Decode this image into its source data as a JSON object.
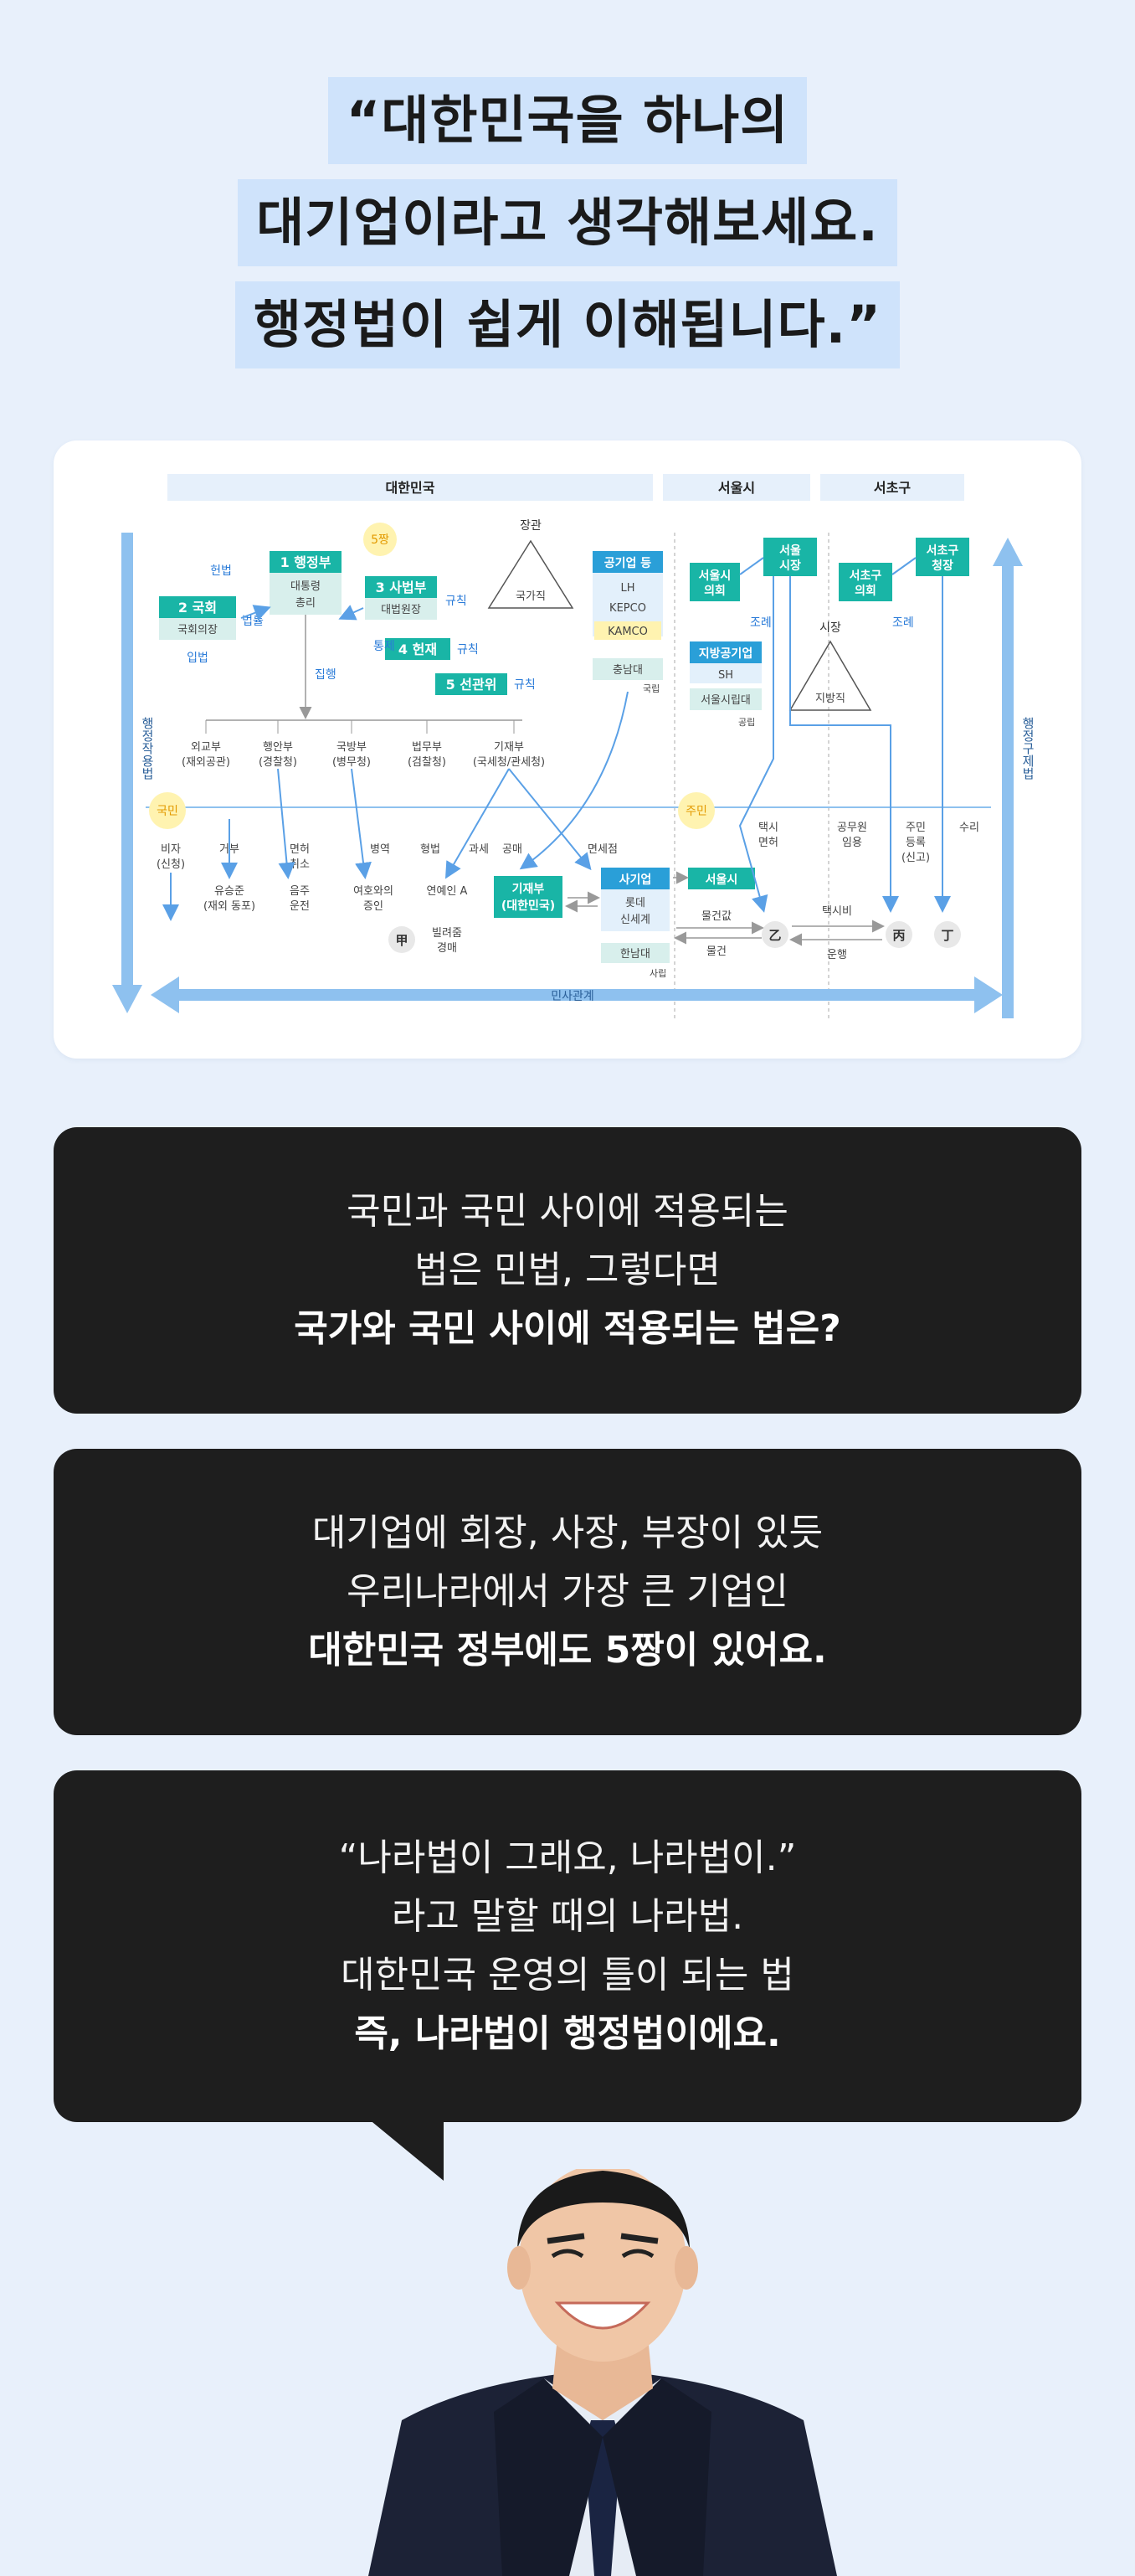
{
  "headline": {
    "lines": [
      "“대한민국을 하나의",
      "대기업이라고 생각해보세요.",
      "행정법이 쉽게 이해됩니다.”"
    ]
  },
  "diagram": {
    "headers": [
      "대한민국",
      "서울시",
      "서초구"
    ],
    "five_jjang": "5짱",
    "gov_labels": {
      "g1": "1 행정부",
      "g1_sub": "대통령\n총리",
      "g2": "2 국회",
      "g2_sub": "국회의장",
      "g3": "3 사법부",
      "g3_sub": "대법원장",
      "g4": "4 헌재",
      "g5": "5 선관위"
    },
    "blue_labels": {
      "constitution": "헌법",
      "law": "법률",
      "legislation": "입법",
      "control": "통제",
      "execution": "집행",
      "rule1": "규칙",
      "rule2": "규칙",
      "rule3": "규칙",
      "ordinance1": "조례",
      "ordinance2": "조례"
    },
    "triangle_top": "장관",
    "triangle_label": "국가직",
    "public_corp": {
      "title": "공기업 등",
      "items": [
        "LH",
        "KEPCO",
        "KAMCO"
      ],
      "bottom": "충남대",
      "bottom_sub": "국립"
    },
    "seoul": {
      "council": "서울시\n의회",
      "mayor": "서울\n시장",
      "local_corp_title": "지방공기업",
      "local_corp_items": [
        "SH",
        "서울시립대"
      ],
      "local_corp_sub": "공립",
      "mayor_top": "시장",
      "local_label": "지방직"
    },
    "seocho": {
      "council": "서초구\n의회",
      "head": "서초구\n청장"
    },
    "ministries": [
      "외교부\n(재외공관)",
      "행안부\n(경찰청)",
      "국방부\n(병무청)",
      "법무부\n(검찰청)",
      "기재부\n(국세청/관세청)"
    ],
    "side_left": "행정작용법",
    "side_right": "행정구제법",
    "citizen": "국민",
    "resident": "주민",
    "actions": {
      "visa": "비자\n(신청)",
      "refuse": "거부",
      "license": "면허\n취소",
      "service": "병역",
      "criminal": "형법",
      "tax": "과세",
      "auction": "공매",
      "dutyfree": "면세점",
      "taxi_license": "택시\n면허",
      "official": "공무원\n임용",
      "registry": "주민\n등록\n(신고)",
      "accept": "수리"
    },
    "persons": {
      "yoo": "유승준\n(재외 동포)",
      "drunk": "음주\n운전",
      "actress": "여호와의\n증인",
      "celeb": "연예인 A",
      "lender": "빌려줌\n경매",
      "gap": "甲"
    },
    "companies": {
      "kijae": "기재부\n(대한민국)",
      "private": "사기업",
      "lotte": "롯데\n신세계",
      "hannam": "한남대",
      "hannam_sub": "사립",
      "seoul_city": "서울시",
      "eul": "乙",
      "byung": "丙",
      "jung": "丁",
      "price": "물건값",
      "goods": "물건",
      "taxi_fare": "택시비",
      "drive": "운행"
    },
    "bottom_arrow": "민사관계"
  },
  "bubbles": [
    {
      "lines": [
        "국민과 국민 사이에 적용되는",
        "법은 민법, 그렇다면"
      ],
      "bold": "국가와 국민 사이에 적용되는 법은?"
    },
    {
      "lines": [
        "대기업에 회장, 사장, 부장이 있듯",
        "우리나라에서 가장 큰 기업인"
      ],
      "bold": "대한민국 정부에도 5짱이 있어요."
    },
    {
      "lines": [
        "“나라법이 그래요, 나라법이.”",
        "라고 말할 때의 나라법.",
        "대한민국 운영의 틀이 되는 법"
      ],
      "bold": "즉,  나라법이 행정법이에요."
    }
  ],
  "colors": {
    "bg": "#e8f0fb",
    "headline_highlight": "#cfe3fb",
    "bubble": "#1e1e1e",
    "teal": "#19b5a6",
    "blue_label": "#2a7bd8",
    "arrow_blue": "#8ec1ef"
  }
}
